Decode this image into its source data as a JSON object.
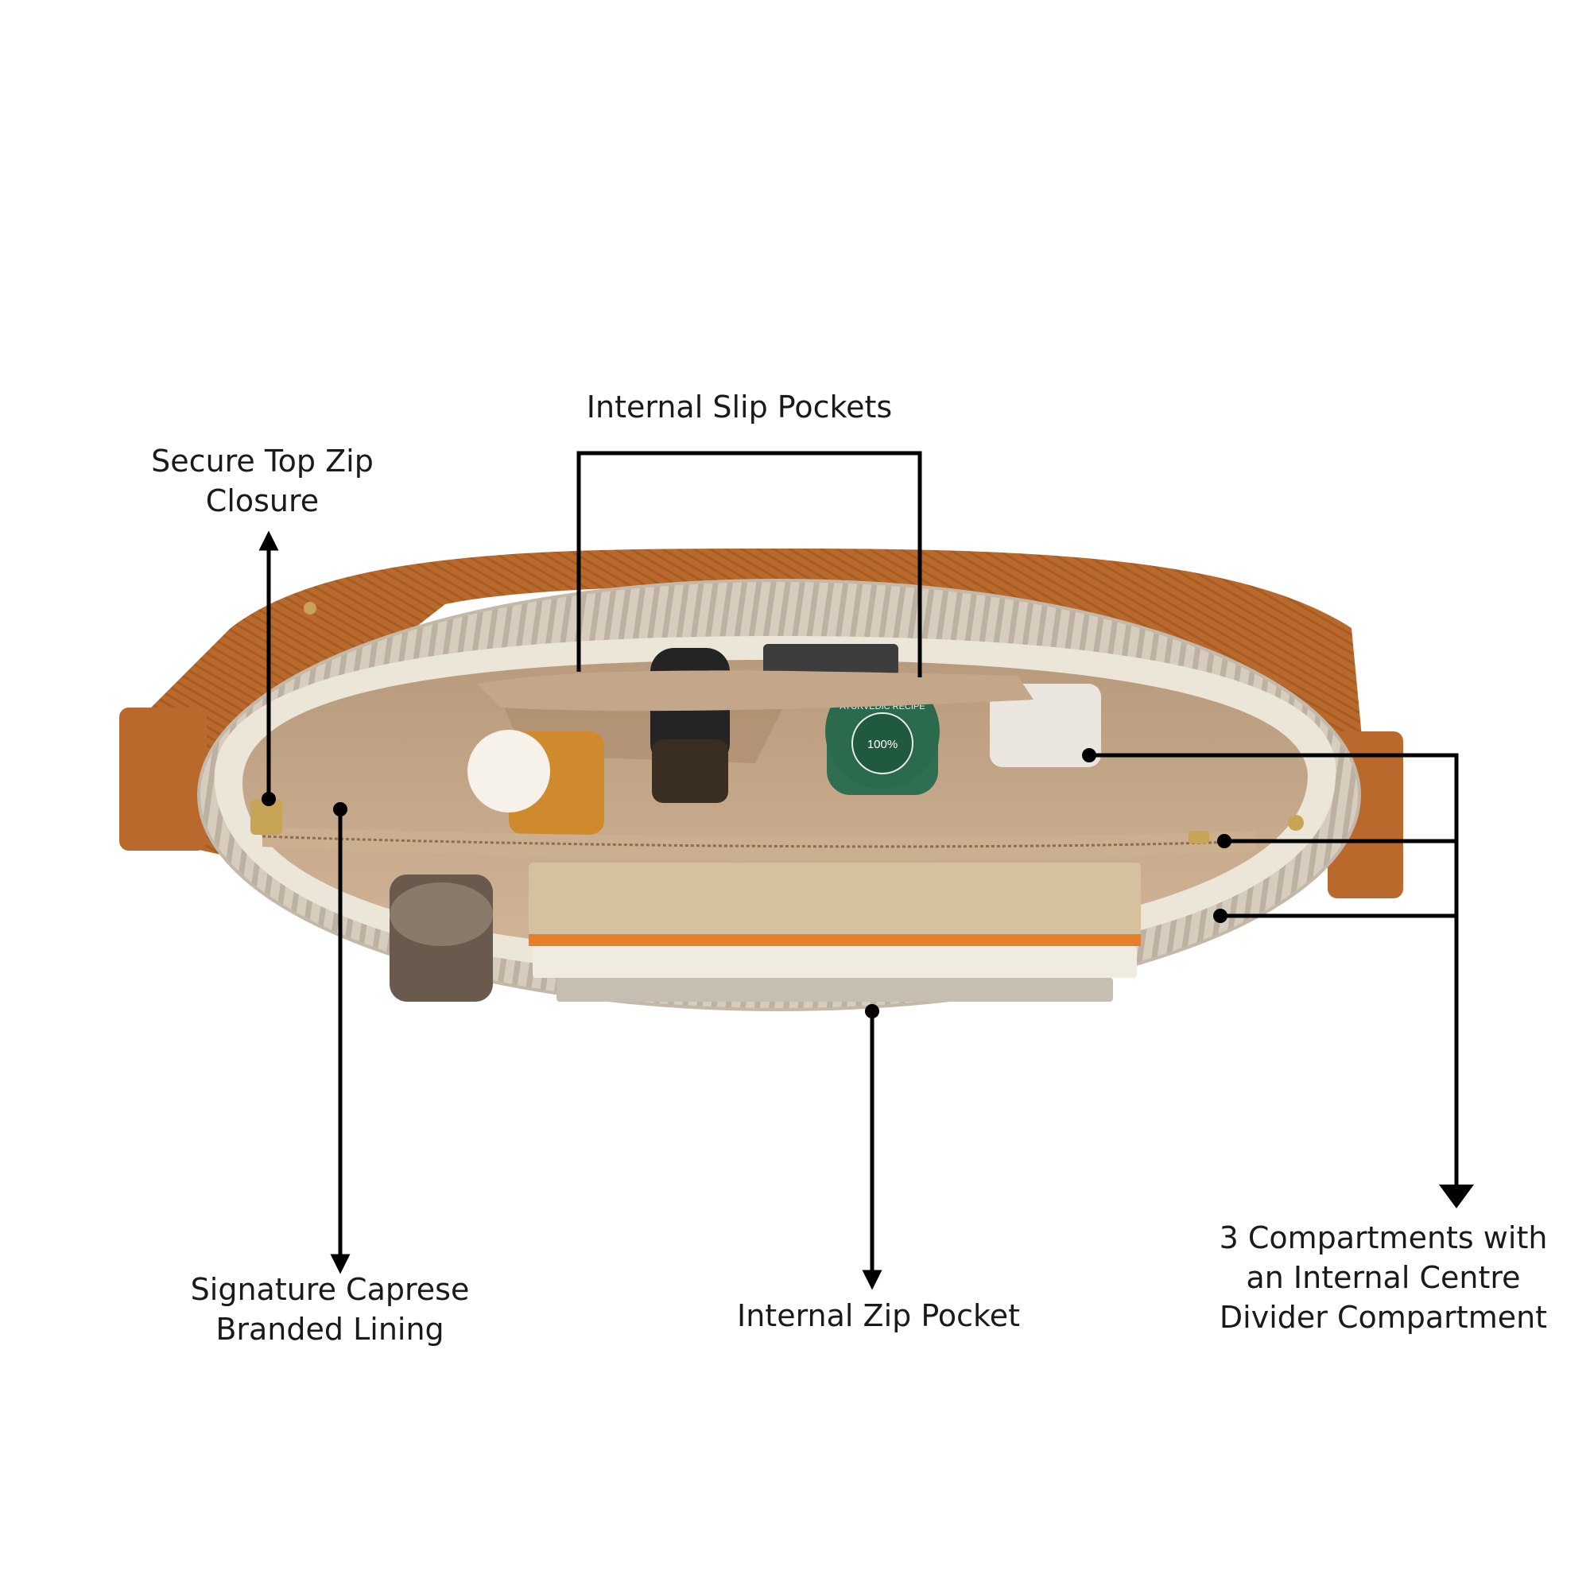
{
  "labels": {
    "internal_slip_pockets": "Internal Slip Pockets",
    "secure_top_zip": [
      "Secure Top Zip",
      "Closure"
    ],
    "branded_lining": [
      "Signature Caprese",
      "Branded Lining"
    ],
    "internal_zip_pocket": "Internal Zip Pocket",
    "compartments": [
      "3 Compartments with",
      "an Internal Centre",
      "Divider Compartment"
    ]
  },
  "product_marks": {
    "jar_seal": "100%",
    "jar_brand": "AYURVEDIC RECIPE"
  },
  "colors": {
    "strap": "#b8692b",
    "lining": "#c7a98a",
    "bag_body": "#d8d0c3",
    "trim": "#ece6d9",
    "callout_line": "#000000"
  }
}
